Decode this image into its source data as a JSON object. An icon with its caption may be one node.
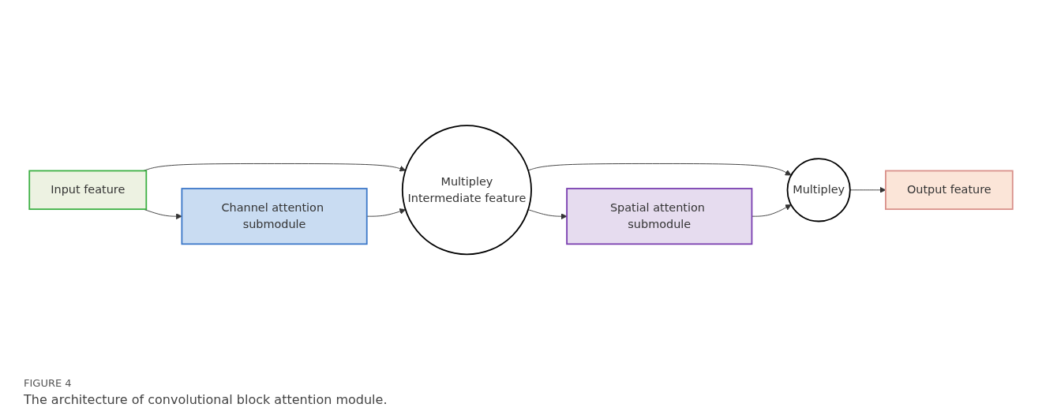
{
  "diagram": {
    "title": "FIGURE 4",
    "caption": "The architecture of convolutional block attention module.",
    "nodes": [
      {
        "text": [
          "Input feature"
        ]
      },
      {
        "text": [
          "Channel attention submodule"
        ]
      },
      {
        "text": [
          "Multipley",
          "Intermediate feature"
        ]
      },
      {
        "text": [
          "Spatial attention submodule"
        ]
      },
      {
        "text": [
          "Multipley"
        ]
      },
      {
        "text": [
          "Output feature"
        ]
      }
    ],
    "edges": [
      {
        "from": 0,
        "to": 1,
        "arrow": "to"
      },
      {
        "from": 0,
        "to": 2,
        "arrow": "to"
      },
      {
        "from": 1,
        "to": 2,
        "arrow": "to"
      },
      {
        "from": 2,
        "to": 3,
        "arrow": "to"
      },
      {
        "from": 2,
        "to": 4,
        "arrow": "to"
      },
      {
        "from": 3,
        "to": 4,
        "arrow": "to"
      },
      {
        "from": 4,
        "to": 5,
        "arrow": "to"
      }
    ]
  }
}
